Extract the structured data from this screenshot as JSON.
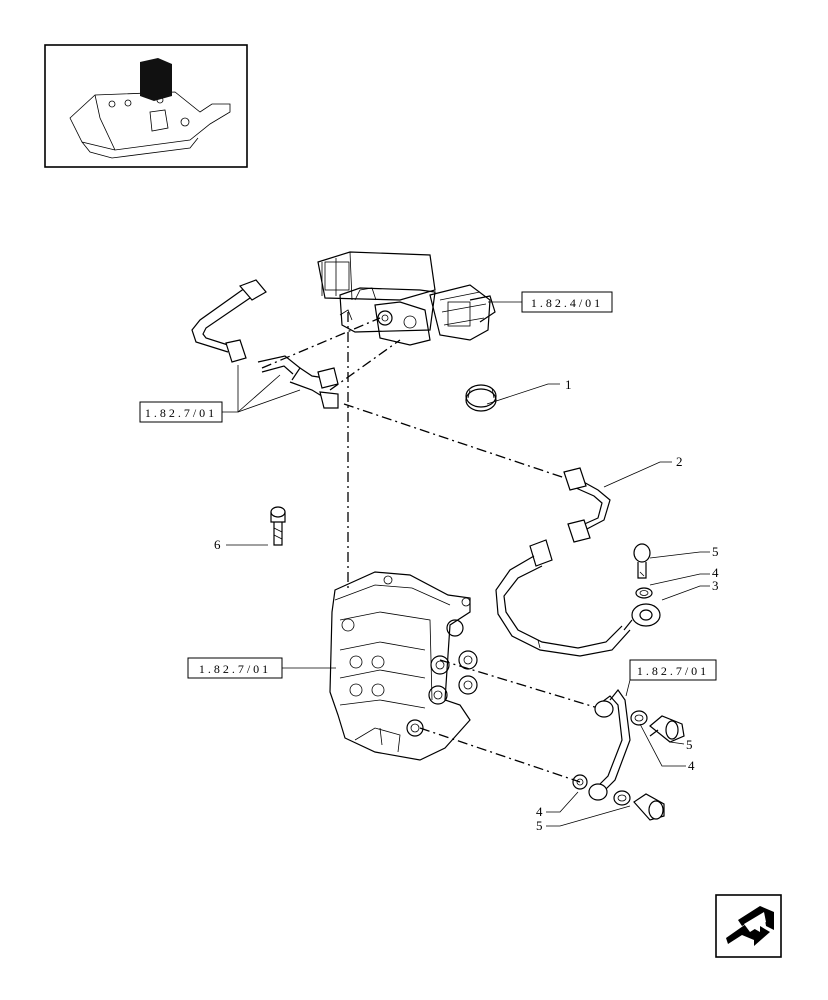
{
  "references": {
    "ref_top": "1.82.4/01",
    "ref_left_upper": "1.82.7/01",
    "ref_left_lower": "1.82.7/01",
    "ref_right": "1.82.7/01"
  },
  "callouts": {
    "c1": "1",
    "c2": "2",
    "c3": "3",
    "c4a": "4",
    "c5a": "5",
    "c5b": "5",
    "c4b": "4",
    "c6": "6",
    "c4c": "4",
    "c5c": "5"
  },
  "icons": {
    "thumbnail": "tractor-lift-cover-thumbnail",
    "nav": "next-page-arrow-icon"
  }
}
